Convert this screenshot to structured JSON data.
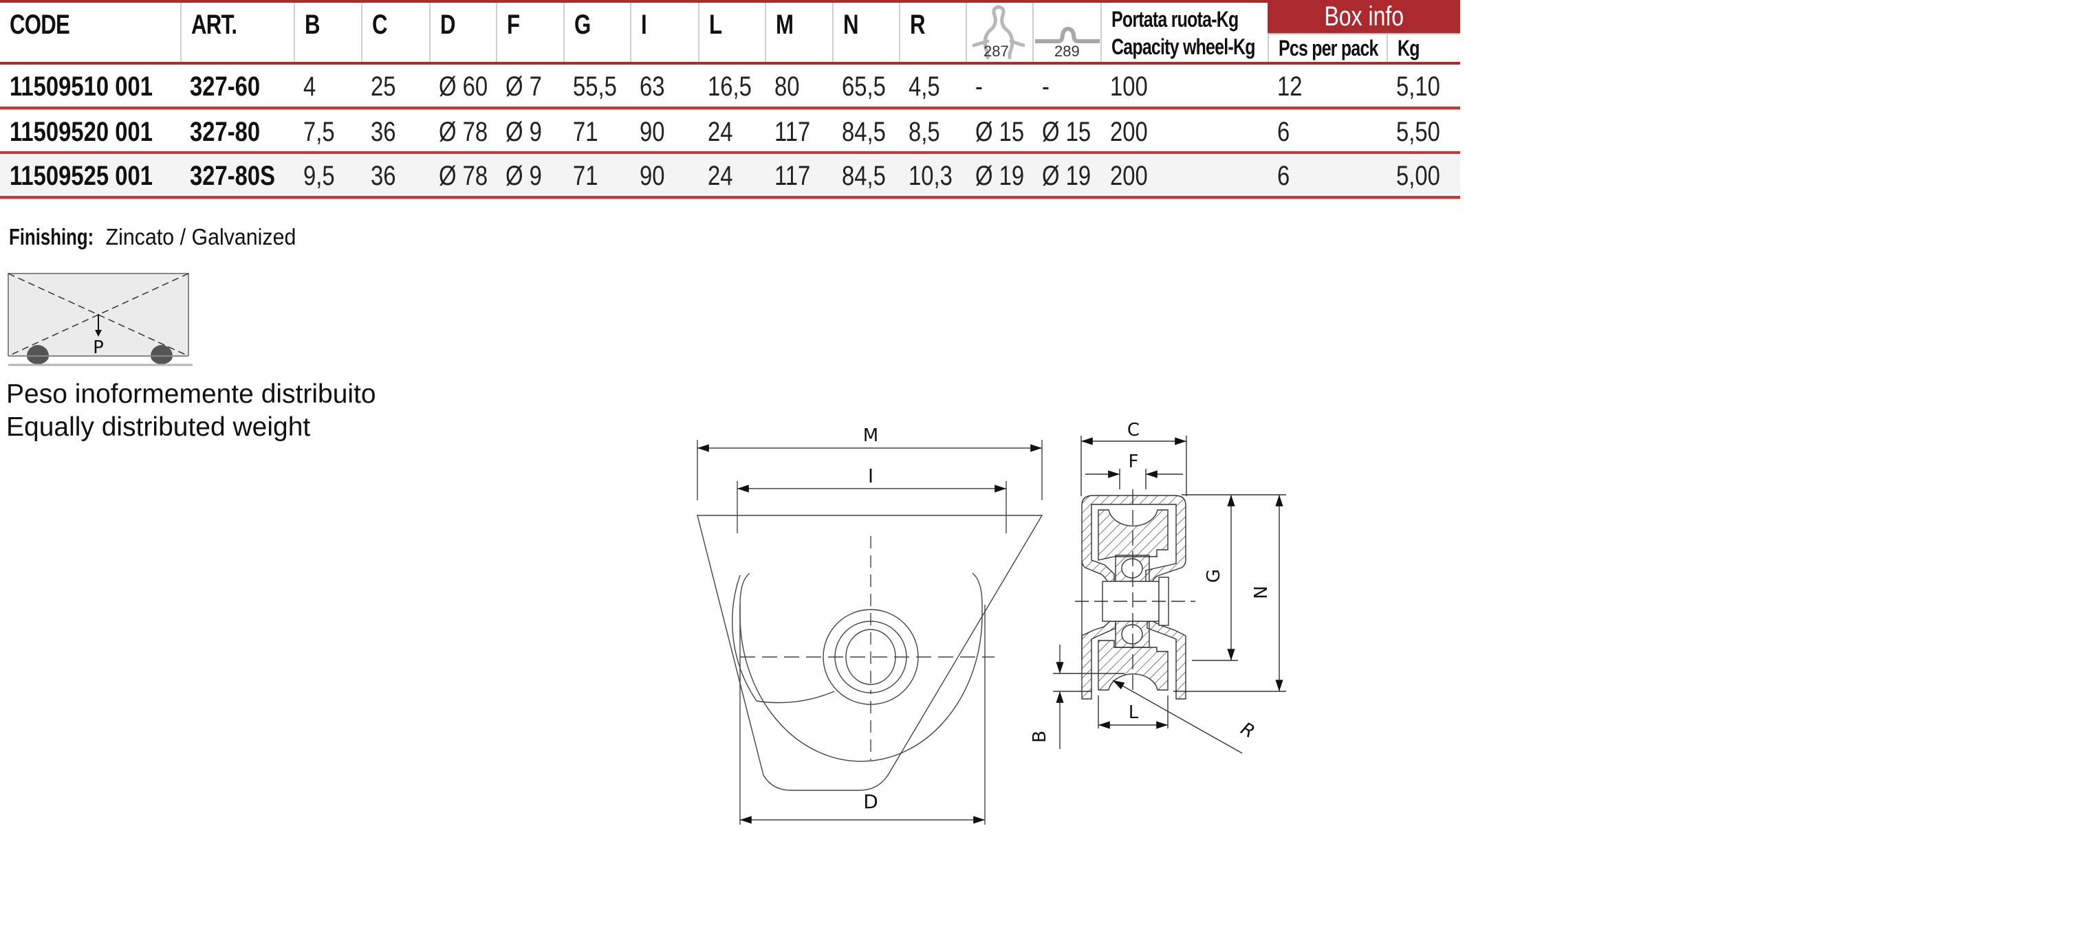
{
  "table": {
    "headers": [
      {
        "key": "code",
        "label": "CODE"
      },
      {
        "key": "art",
        "label": "ART."
      },
      {
        "key": "b",
        "label": "B"
      },
      {
        "key": "c",
        "label": "C"
      },
      {
        "key": "d",
        "label": "D"
      },
      {
        "key": "f",
        "label": "F"
      },
      {
        "key": "g",
        "label": "G"
      },
      {
        "key": "i",
        "label": "I"
      },
      {
        "key": "l",
        "label": "L"
      },
      {
        "key": "m",
        "label": "M"
      },
      {
        "key": "n",
        "label": "N"
      },
      {
        "key": "r",
        "label": "R"
      },
      {
        "key": "bracket_287",
        "icon": "bracket-287-icon",
        "label": "287"
      },
      {
        "key": "bracket_289",
        "icon": "bracket-289-icon",
        "label": "289"
      }
    ],
    "capacity_header": {
      "line1": "Portata ruota-Kg",
      "line2": "Capacity wheel-Kg"
    },
    "box_info": {
      "title": "Box info",
      "pcs_label": "Pcs per pack",
      "kg_label": "Kg"
    },
    "rows": [
      {
        "code": "11509510 001",
        "art": "327-60",
        "b": "4",
        "c": "25",
        "d": "Ø 60",
        "f": "Ø 7",
        "g": "55,5",
        "i": "63",
        "l": "16,5",
        "m": "80",
        "n": "65,5",
        "r": "4,5",
        "bracket_287": "-",
        "bracket_289": "-",
        "capacity": "100",
        "pcs": "12",
        "kg": "5,10"
      },
      {
        "code": "11509520 001",
        "art": "327-80",
        "b": "7,5",
        "c": "36",
        "d": "Ø 78",
        "f": "Ø 9",
        "g": "71",
        "i": "90",
        "l": "24",
        "m": "117",
        "n": "84,5",
        "r": "8,5",
        "bracket_287": "Ø 15",
        "bracket_289": "Ø 15",
        "capacity": "200",
        "pcs": "6",
        "kg": "5,50"
      },
      {
        "code": "11509525 001",
        "art": "327-80S",
        "b": "9,5",
        "c": "36",
        "d": "Ø 78",
        "f": "Ø 9",
        "g": "71",
        "i": "90",
        "l": "24",
        "m": "117",
        "n": "84,5",
        "r": "10,3",
        "bracket_287": "Ø 19",
        "bracket_289": "Ø 19",
        "capacity": "200",
        "pcs": "6",
        "kg": "5,00"
      }
    ]
  },
  "finishing": {
    "label": "Finishing:",
    "value": " Zincato / Galvanized"
  },
  "load_diagram": {
    "load_label": "P",
    "caption_it": "Peso inoformemente distribuito",
    "caption_en": "Equally distributed weight"
  },
  "drawing": {
    "front_view_labels": {
      "m": "M",
      "i": "I",
      "d": "D"
    },
    "side_view_labels": {
      "c": "C",
      "f": "F",
      "g": "G",
      "n": "N",
      "l": "L",
      "b": "B",
      "r": "R"
    }
  },
  "colors": {
    "accent": "#ac2a2e",
    "rule": "#c0393c",
    "alt_row": "#f4f4f4",
    "grid": "#cfcfcf"
  }
}
